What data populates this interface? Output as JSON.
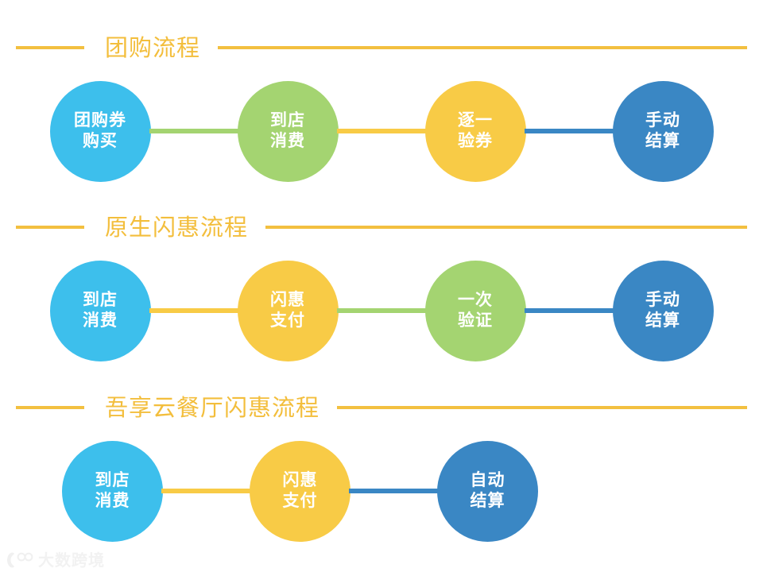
{
  "palette": {
    "light_blue": "#3DBFEC",
    "green": "#A4D471",
    "yellow": "#F8CB46",
    "dark_blue": "#3A87C4",
    "heading_gold": "#F3BE3C",
    "rule_gold": "#F3C040",
    "node_text": "#FFFFFF",
    "background": "#FFFFFF",
    "watermark_text": "#F2F2F2"
  },
  "sections": [
    {
      "title": "团购流程",
      "nodes": [
        {
          "line1": "团购券",
          "line2": "购买",
          "color": "#3DBFEC"
        },
        {
          "line1": "到店",
          "line2": "消费",
          "color": "#A4D471"
        },
        {
          "line1": "逐一",
          "line2": "验券",
          "color": "#F8CB46"
        },
        {
          "line1": "手动",
          "line2": "结算",
          "color": "#3A87C4"
        }
      ],
      "connectors": [
        {
          "color": "#A4D471"
        },
        {
          "color": "#F8CB46"
        },
        {
          "color": "#3A87C4"
        }
      ]
    },
    {
      "title": "原生闪惠流程",
      "nodes": [
        {
          "line1": "到店",
          "line2": "消费",
          "color": "#3DBFEC"
        },
        {
          "line1": "闪惠",
          "line2": "支付",
          "color": "#F8CB46"
        },
        {
          "line1": "一次",
          "line2": "验证",
          "color": "#A4D471"
        },
        {
          "line1": "手动",
          "line2": "结算",
          "color": "#3A87C4"
        }
      ],
      "connectors": [
        {
          "color": "#F8CB46"
        },
        {
          "color": "#A4D471"
        },
        {
          "color": "#3A87C4"
        }
      ]
    },
    {
      "title": "吾享云餐厅闪惠流程",
      "nodes": [
        {
          "line1": "到店",
          "line2": "消费",
          "color": "#3DBFEC"
        },
        {
          "line1": "闪惠",
          "line2": "支付",
          "color": "#F8CB46"
        },
        {
          "line1": "自动",
          "line2": "结算",
          "color": "#3A87C4"
        }
      ],
      "connectors": [
        {
          "color": "#F8CB46"
        },
        {
          "color": "#3A87C4"
        }
      ]
    }
  ],
  "watermark": {
    "text": "大数跨境",
    "mark": "logo-mark-icon"
  }
}
